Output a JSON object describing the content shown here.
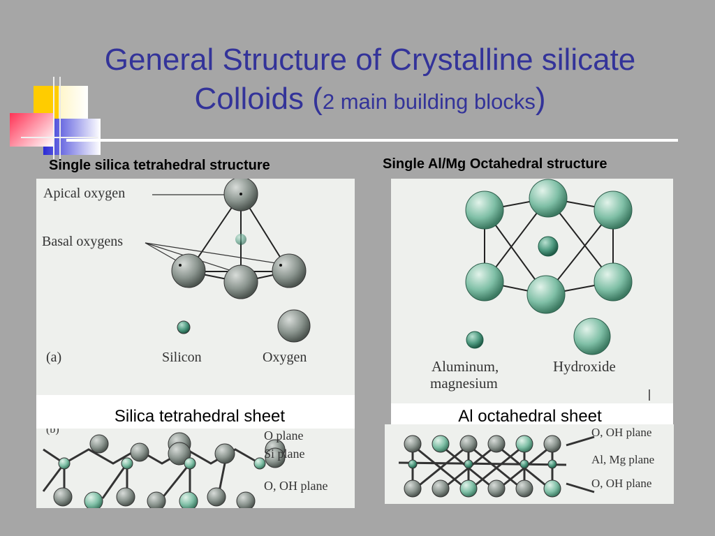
{
  "title": {
    "line1": "General Structure of Crystalline silicate",
    "line2_main": "Colloids (",
    "line2_small": "2 main building blocks",
    "line2_close": ")"
  },
  "left": {
    "caption": "Single silica tetrahedral structure",
    "labels": {
      "apical": "Apical oxygen",
      "basal": "Basal oxygens",
      "silicon": "Silicon",
      "oxygen": "Oxygen",
      "a": "(a)"
    },
    "sheet_label": "Silica tetrahedral sheet",
    "sheet_planes": {
      "o_plane": "O plane",
      "si_plane": "Si plane",
      "o_oh_plane": "O, OH plane",
      "b": "(b)"
    }
  },
  "right": {
    "caption": "Single Al/Mg Octahedral structure",
    "labels": {
      "aluminum": "Aluminum,",
      "magnesium": "magnesium",
      "hydroxide": "Hydroxide"
    },
    "sheet_label": "Al octahedral sheet",
    "sheet_planes": {
      "top": "O, OH plane",
      "middle": "Al, Mg plane",
      "bottom": "O, OH plane"
    }
  },
  "colors": {
    "title": "#333399",
    "background": "#a6a6a6",
    "oxygen_sphere": "#8a948e",
    "cation_sphere": "#4e9a80",
    "hydroxide_sphere": "#7fbfa6"
  }
}
